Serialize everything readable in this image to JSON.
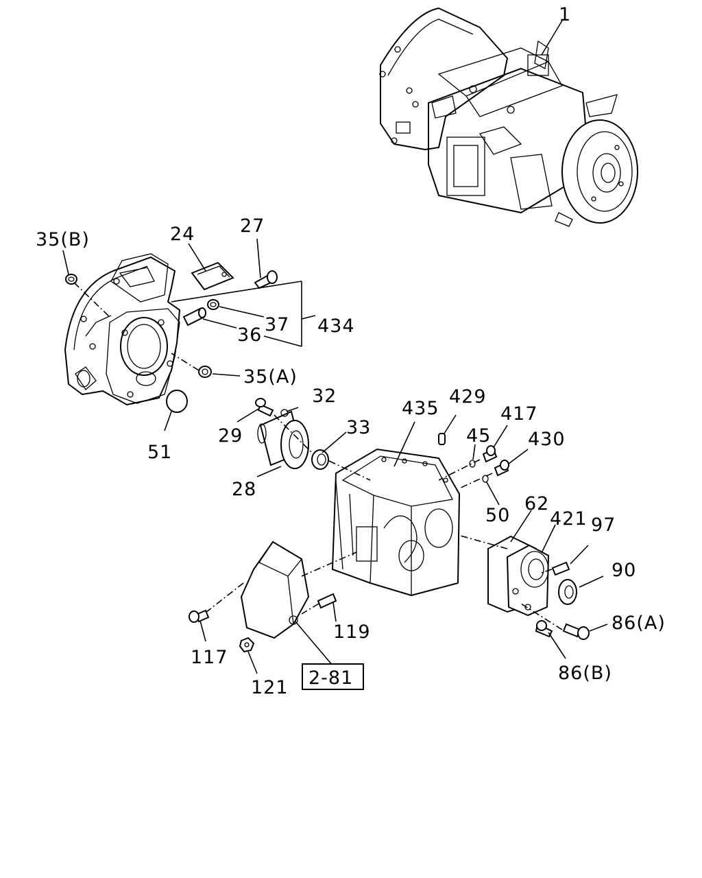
{
  "labels": {
    "p1": "1",
    "p24": "24",
    "p27": "27",
    "p35b": "35(B)",
    "p37": "37",
    "p434": "434",
    "p36": "36",
    "p35a": "35(A)",
    "p51": "51",
    "p32": "32",
    "p29": "29",
    "p33": "33",
    "p28": "28",
    "p435": "435",
    "p429": "429",
    "p45": "45",
    "p417": "417",
    "p430": "430",
    "p50": "50",
    "p62": "62",
    "p421": "421",
    "p97": "97",
    "p90": "90",
    "p86a": "86(A)",
    "p86b": "86(B)",
    "p119": "119",
    "p117": "117",
    "p121": "121",
    "ref281": "2-81"
  }
}
